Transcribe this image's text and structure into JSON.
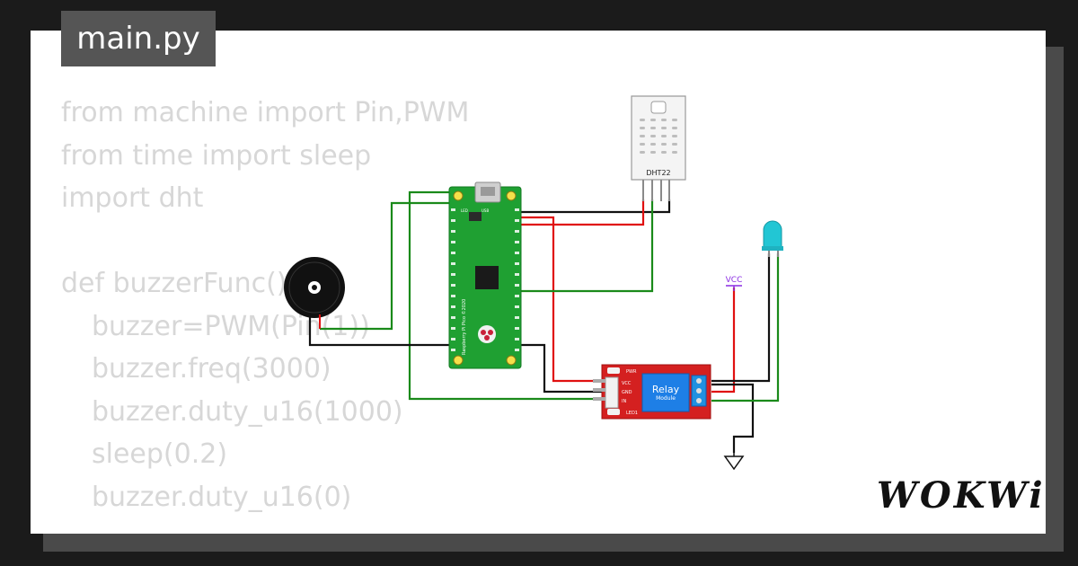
{
  "file_tab": {
    "label": "main.py"
  },
  "code_lines": [
    {
      "text": "from machine import Pin,PWM",
      "indent": false
    },
    {
      "text": "from time import sleep",
      "indent": false
    },
    {
      "text": "import dht",
      "indent": false
    },
    {
      "text": "",
      "indent": false
    },
    {
      "text": "def buzzerFunc():",
      "indent": false
    },
    {
      "text": "buzzer=PWM(Pin(1))",
      "indent": true
    },
    {
      "text": "buzzer.freq(3000)",
      "indent": true
    },
    {
      "text": "buzzer.duty_u16(1000)",
      "indent": true
    },
    {
      "text": "sleep(0.2)",
      "indent": true
    },
    {
      "text": "buzzer.duty_u16(0)",
      "indent": true
    }
  ],
  "components": {
    "dht22_label": "DHT22",
    "vcc_label": "VCC",
    "relay": {
      "title": "Relay",
      "subtitle": "Module",
      "pins": [
        "PWR",
        "VCC",
        "GND",
        "IN",
        "LED1"
      ]
    },
    "pico": {
      "led_label": "LED",
      "usb_label": "USB",
      "side_text": "Raspberry Pi Pico ©2020"
    }
  },
  "brand": {
    "logo": "WOKWi"
  },
  "colors": {
    "wire_black": "#111111",
    "wire_red": "#e01010",
    "wire_green": "#1a8a1a",
    "board_green": "#1fa032",
    "relay_red": "#d42020",
    "relay_blue": "#1e7fe6",
    "led_cyan": "#22c6d4",
    "vcc_purple": "#8a2be2"
  }
}
